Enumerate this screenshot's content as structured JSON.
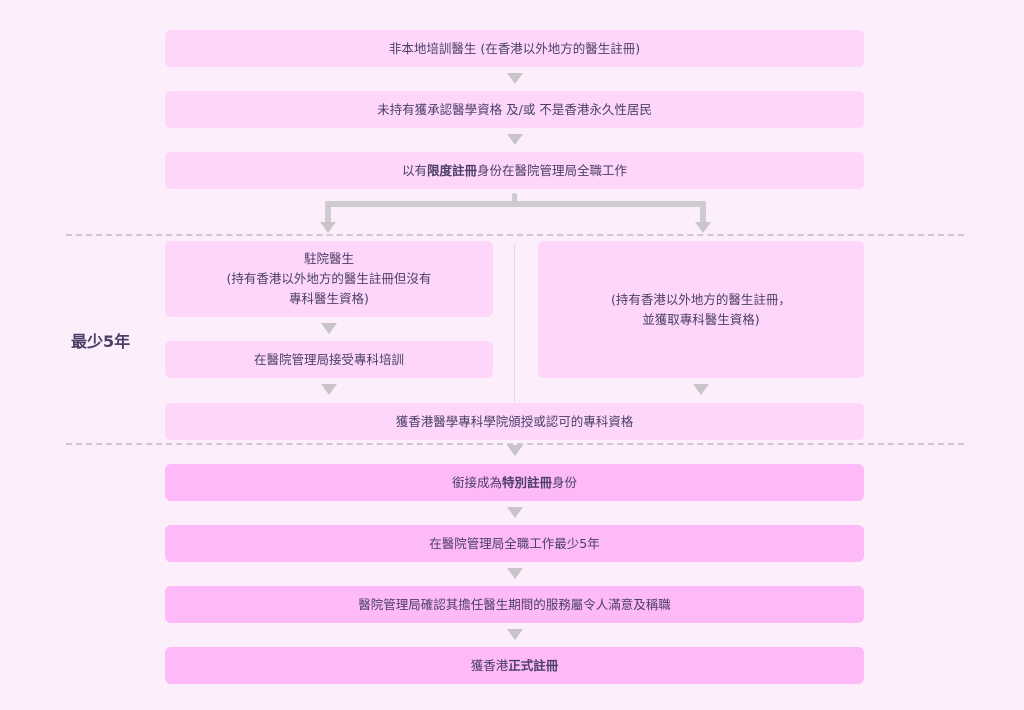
{
  "diagram": {
    "side_label": "最少5年",
    "steps": {
      "s1": "非本地培訓醫生 (在香港以外地方的醫生註冊)",
      "s2": "未持有獲承認醫學資格 及/或 不是香港永久性居民",
      "s3_pre": "以有",
      "s3_bold": "限度註冊",
      "s3_post": "身份在醫院管理局全職工作",
      "left_a_line1": "駐院醫生",
      "left_a_line2": "(持有香港以外地方的醫生註冊但沒有",
      "left_a_line3": "專科醫生資格)",
      "left_b": "在醫院管理局接受專科培訓",
      "right_line1": "(持有香港以外地方的醫生註冊，",
      "right_line2": "並獲取專科醫生資格)",
      "merge": "獲香港醫學專科學院頒授或認可的專科資格",
      "s4_pre": "銜接成為",
      "s4_bold": "特別註冊",
      "s4_post": "身份",
      "s5": "在醫院管理局全職工作最少5年",
      "s6": "醫院管理局確認其擔任醫生期間的服務屬令人滿意及稱職",
      "s7_pre": "獲香港",
      "s7_bold": "正式註冊"
    },
    "colors": {
      "background": "#fdeefc",
      "box_light": "#fdd6fa",
      "box_dark": "#fdb9f8",
      "text": "#4b3f66",
      "arrow": "#c9c4ca"
    }
  }
}
